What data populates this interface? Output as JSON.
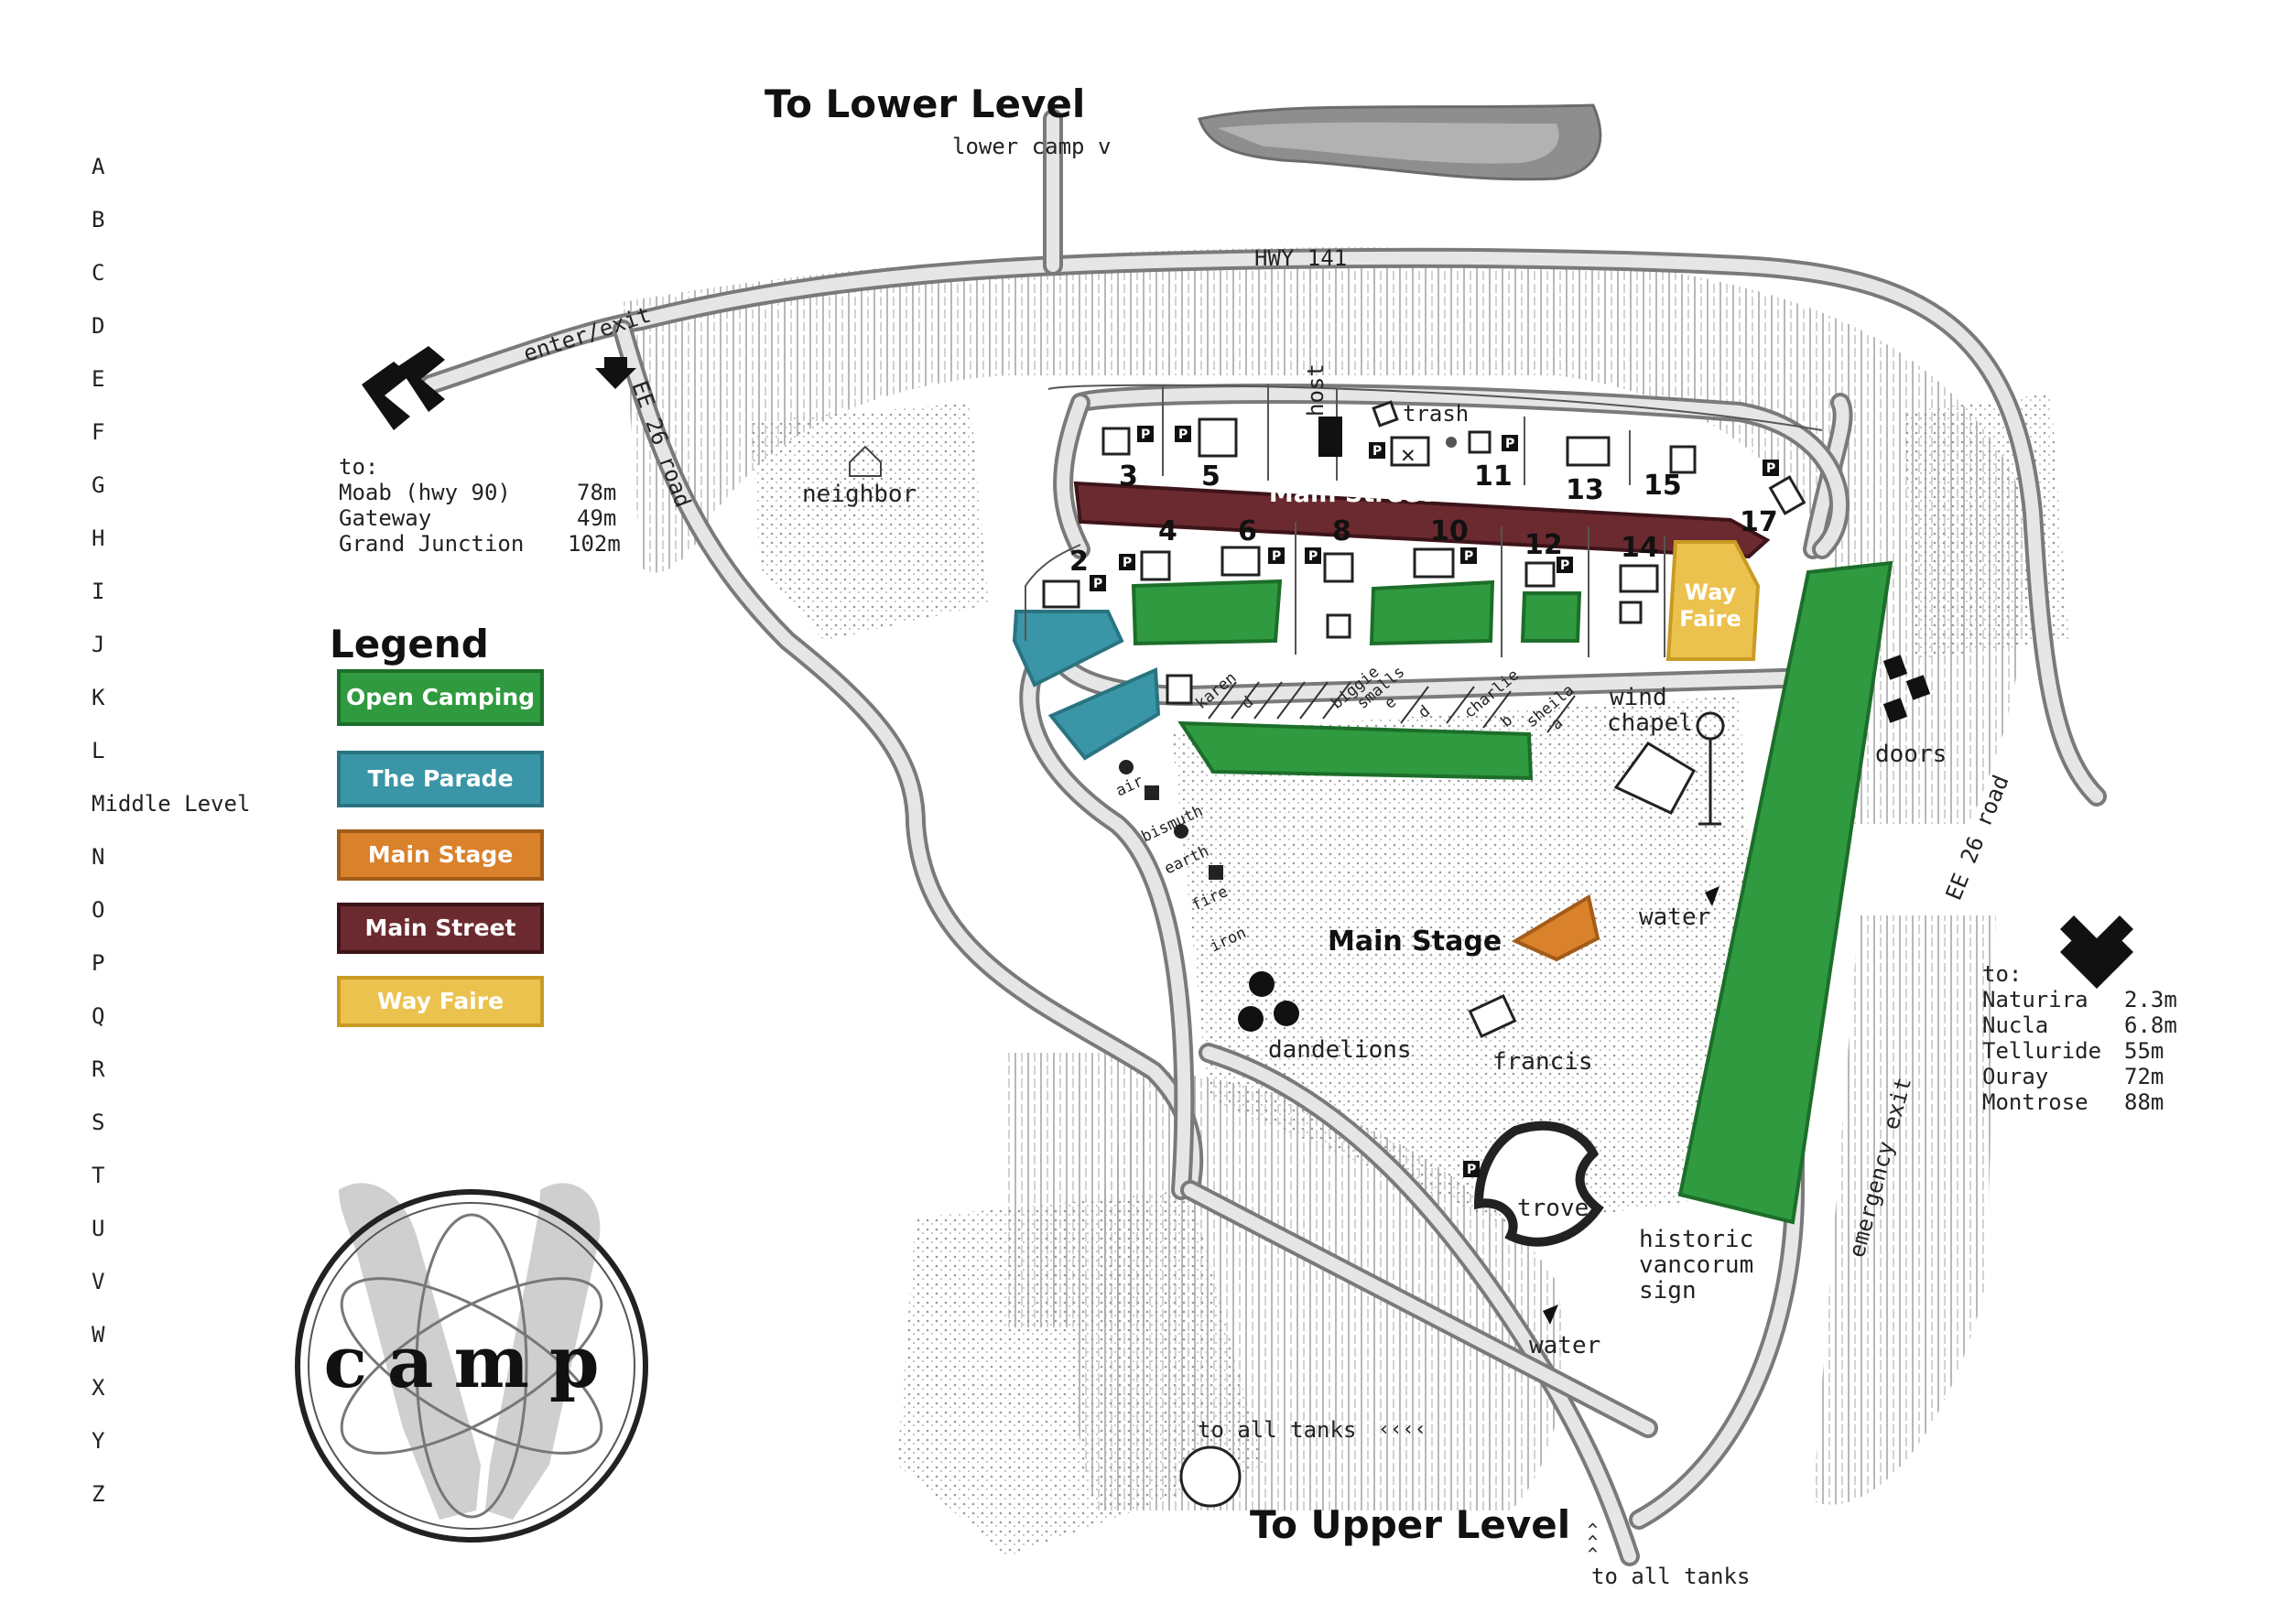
{
  "titles": {
    "lower_level": "To Lower Level",
    "upper_level": "To Upper Level",
    "lower_camp": "lower camp v"
  },
  "roads": {
    "hwy": "HWY 141",
    "enter_exit": "enter/exit",
    "ee26_left": "EE 26 road",
    "ee26_right": "EE 26 road",
    "emergency": "emergency exit",
    "to_all_tanks_1": "to all tanks",
    "to_all_tanks_2": "to all tanks"
  },
  "directions_left": {
    "heading": "to:",
    "rows": [
      {
        "place": "Moab (hwy 90)",
        "dist": "78m"
      },
      {
        "place": "Gateway",
        "dist": "49m"
      },
      {
        "place": "Grand Junction",
        "dist": "102m"
      }
    ]
  },
  "directions_right": {
    "heading": "to:",
    "rows": [
      {
        "place": "Naturira",
        "dist": "2.3m"
      },
      {
        "place": "Nucla",
        "dist": "6.8m"
      },
      {
        "place": "Telluride",
        "dist": "55m"
      },
      {
        "place": "Ouray",
        "dist": "72m"
      },
      {
        "place": "Montrose",
        "dist": "88m"
      }
    ]
  },
  "grid_rows": [
    "A",
    "B",
    "C",
    "D",
    "E",
    "F",
    "G",
    "H",
    "I",
    "J",
    "K",
    "L",
    "Middle Level",
    "N",
    "O",
    "P",
    "Q",
    "R",
    "S",
    "T",
    "U",
    "V",
    "W",
    "X",
    "Y",
    "Z"
  ],
  "legend": {
    "title": "Legend",
    "items": [
      {
        "label": "Open Camping",
        "color": "#2f9a3f"
      },
      {
        "label": "The Parade",
        "color": "#3a96a6"
      },
      {
        "label": "Main Stage",
        "color": "#d9812b"
      },
      {
        "label": "Main Street",
        "color": "#6b2a2f"
      },
      {
        "label": "Way Faire",
        "color": "#ecc24f"
      }
    ]
  },
  "zones": {
    "main_street": "Main Street",
    "way_faire_1": "Way",
    "way_faire_2": "Faire",
    "main_stage": "Main Stage"
  },
  "lots_north": [
    "3",
    "5",
    "11",
    "13",
    "15",
    "17"
  ],
  "lots_south": [
    "2",
    "4",
    "6",
    "8",
    "10",
    "12",
    "14"
  ],
  "places": {
    "neighbor": "neighbor",
    "host": "host",
    "trash": "trash",
    "wind": "wind",
    "chapel": "chapel",
    "doors": "doors",
    "water1": "water",
    "water2": "water",
    "dandelions": "dandelions",
    "francis": "francis",
    "trove": "trove",
    "historic1": "historic",
    "historic2": "vancorum",
    "historic3": "sign"
  },
  "parade_row": [
    "karen",
    "d",
    "biggie",
    "smalls",
    "e",
    "d",
    "charlie",
    "b",
    "sheila",
    "a"
  ],
  "elements": [
    "air",
    "bismuth",
    "earth",
    "fire",
    "iron"
  ],
  "parking_label": "P",
  "logo": "camp"
}
